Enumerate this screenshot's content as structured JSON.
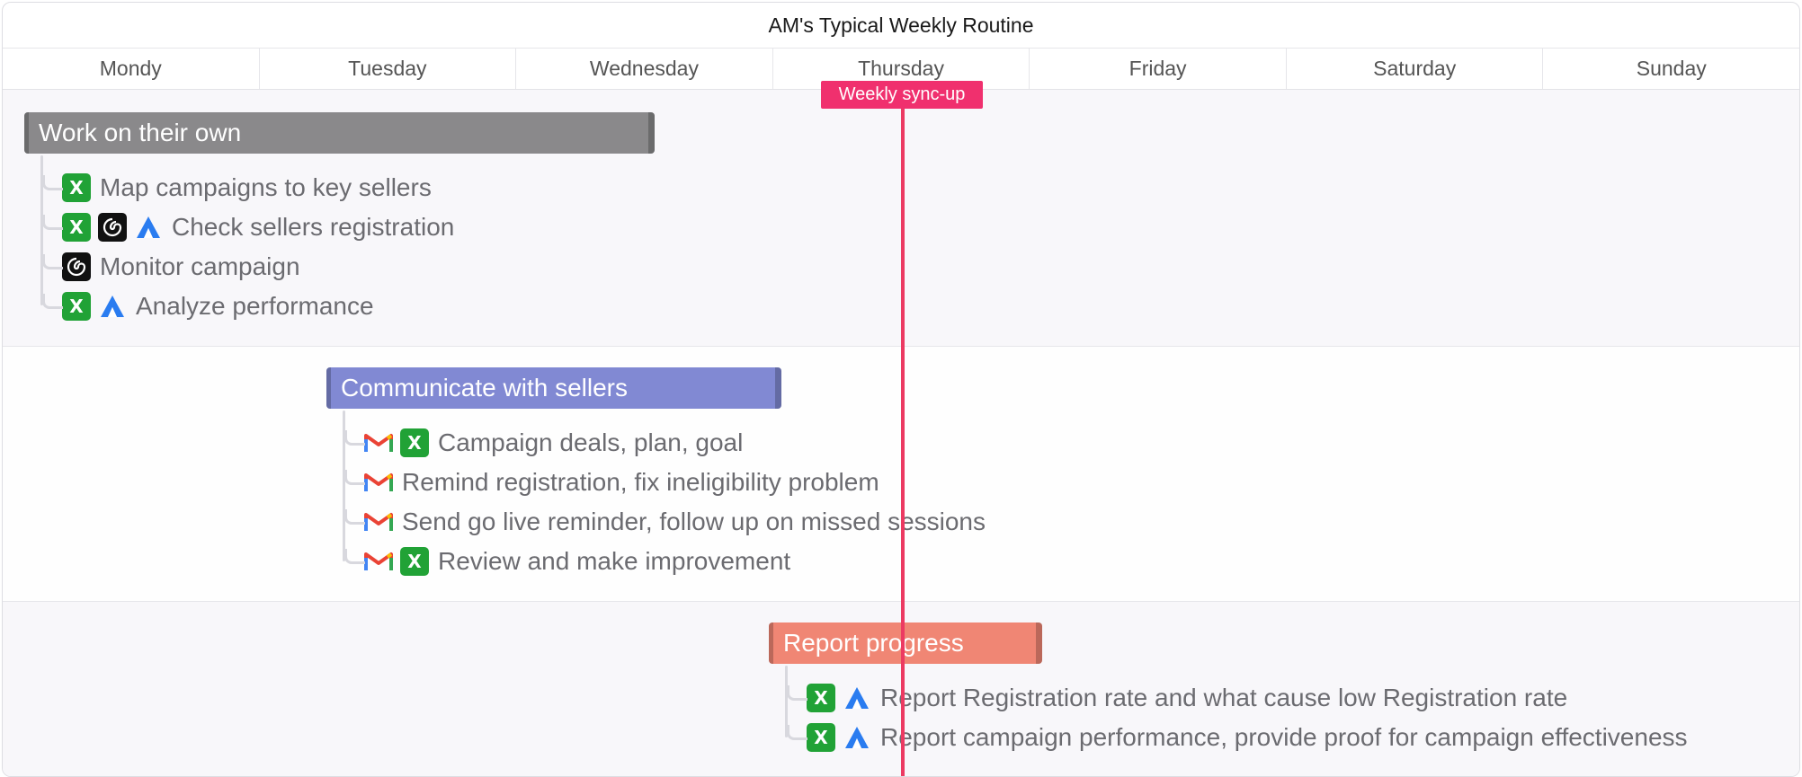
{
  "title": "AM's Typical Weekly Routine",
  "days": [
    "Mondy",
    "Tuesday",
    "Wednesday",
    "Thursday",
    "Friday",
    "Saturday",
    "Sunday"
  ],
  "marker": {
    "label": "Weekly sync-up"
  },
  "groups": [
    {
      "title": "Work on their own",
      "color": "#8a898b",
      "items": [
        {
          "icons": [
            "excel-icon"
          ],
          "text": "Map campaigns to key sellers"
        },
        {
          "icons": [
            "excel-icon",
            "swirl-app-icon",
            "analytics-a-icon"
          ],
          "text": "Check sellers registration"
        },
        {
          "icons": [
            "swirl-app-icon"
          ],
          "text": "Monitor campaign"
        },
        {
          "icons": [
            "excel-icon",
            "analytics-a-icon"
          ],
          "text": "Analyze performance"
        }
      ]
    },
    {
      "title": "Communicate with sellers",
      "color": "#8189d3",
      "items": [
        {
          "icons": [
            "gmail-icon",
            "excel-icon"
          ],
          "text": "Campaign deals, plan, goal"
        },
        {
          "icons": [
            "gmail-icon"
          ],
          "text": "Remind registration, fix ineligibility problem"
        },
        {
          "icons": [
            "gmail-icon"
          ],
          "text": "Send go live reminder, follow up on missed sessions"
        },
        {
          "icons": [
            "gmail-icon",
            "excel-icon"
          ],
          "text": "Review and make improvement"
        }
      ]
    },
    {
      "title": "Report progress",
      "color": "#f08674",
      "items": [
        {
          "icons": [
            "excel-icon",
            "analytics-a-icon"
          ],
          "text": "Report Registration rate and what cause low Registration rate"
        },
        {
          "icons": [
            "excel-icon",
            "analytics-a-icon"
          ],
          "text": "Report campaign performance, provide proof for campaign effectiveness"
        }
      ]
    }
  ]
}
